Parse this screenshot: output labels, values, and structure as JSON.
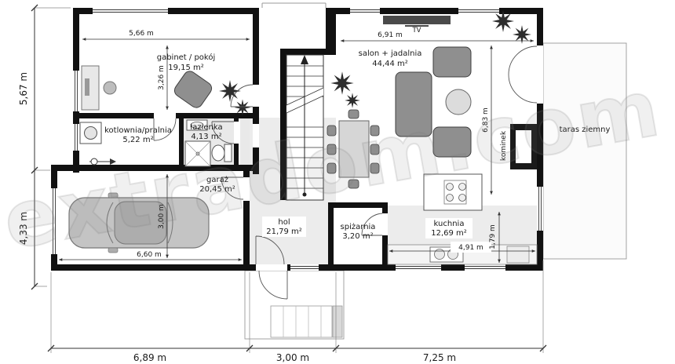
{
  "watermark": "extradom.com",
  "rooms": {
    "gabinet": {
      "name": "gabinet / pokój",
      "area": "19,15 m²"
    },
    "kotlownia": {
      "name": "kotlownia/pralnia",
      "area": "5,22 m²"
    },
    "lazienka": {
      "name": "łazienka",
      "area": "4,13 m²"
    },
    "garaz": {
      "name": "garaż",
      "area": "20,45 m²"
    },
    "hol": {
      "name": "hol",
      "area": "21,79 m²"
    },
    "spizarnia": {
      "name": "spiżarnia",
      "area": "3,20 m²"
    },
    "kuchnia": {
      "name": "kuchnia",
      "area": "12,69 m²"
    },
    "salon": {
      "name": "salon + jadalnia",
      "area": "44,44 m²"
    },
    "kominek": {
      "name": "kominek"
    },
    "taras": {
      "name": "taras ziemny"
    },
    "tv": {
      "name": "TV"
    }
  },
  "dims": {
    "exterior": {
      "left_upper": "5,67 m",
      "left_lower": "4,33 m",
      "bottom_left": "6,89 m",
      "bottom_center": "3,00 m",
      "bottom_right": "7,25 m"
    },
    "interior": {
      "gabinet_w": "5,66 m",
      "gabinet_h": "3,26 m",
      "garaz_w": "6,60 m",
      "garaz_h": "3,00 m",
      "salon_w": "6,91 m",
      "salon_h": "6,83 m",
      "kuchnia_w": "4,91 m",
      "kuchnia_h": "1,79 m"
    }
  }
}
